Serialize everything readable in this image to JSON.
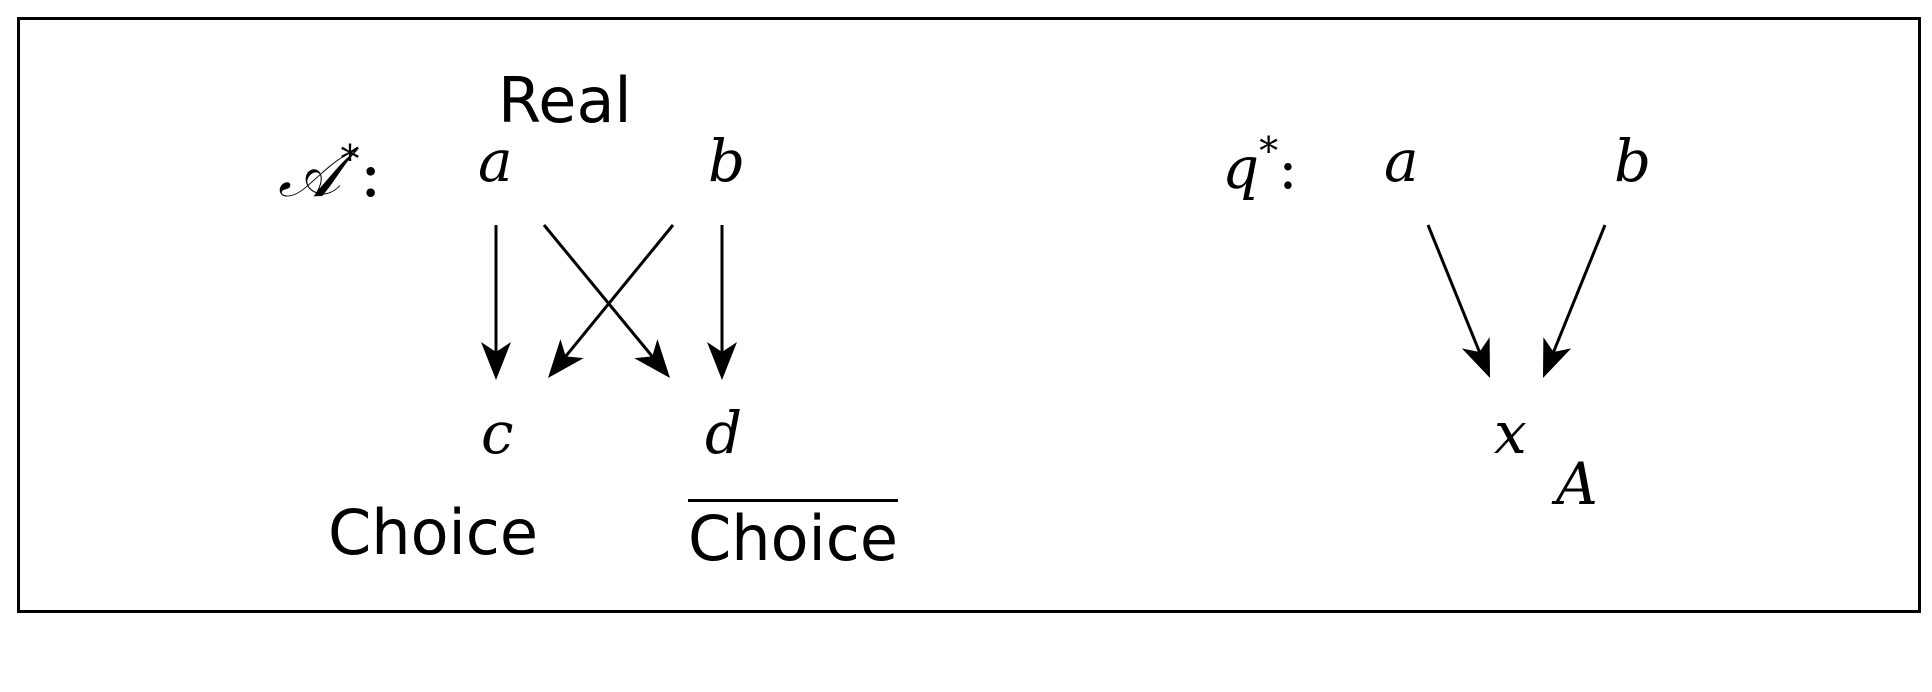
{
  "left_panel": {
    "title_symbol": "𝒜",
    "title_star": "*",
    "title_colon": ":",
    "top_label": "Real",
    "node_a": "a",
    "node_b": "b",
    "node_c": "c",
    "node_d": "d",
    "bottom_left_label": "Choice",
    "bottom_right_label": "Choice",
    "bottom_right_overlined": true
  },
  "right_panel": {
    "title_symbol": "q",
    "title_star": "*",
    "title_colon": ":",
    "node_a": "a",
    "node_b": "b",
    "node_x": "x",
    "set_label": "A"
  },
  "edges": [
    {
      "from": "a",
      "to": "c",
      "panel": "left"
    },
    {
      "from": "a",
      "to": "d",
      "panel": "left"
    },
    {
      "from": "b",
      "to": "c",
      "panel": "left"
    },
    {
      "from": "b",
      "to": "d",
      "panel": "left"
    },
    {
      "from": "a",
      "to": "x",
      "panel": "right"
    },
    {
      "from": "b",
      "to": "x",
      "panel": "right"
    }
  ],
  "colors": {
    "stroke": "#000000",
    "background": "#ffffff"
  }
}
